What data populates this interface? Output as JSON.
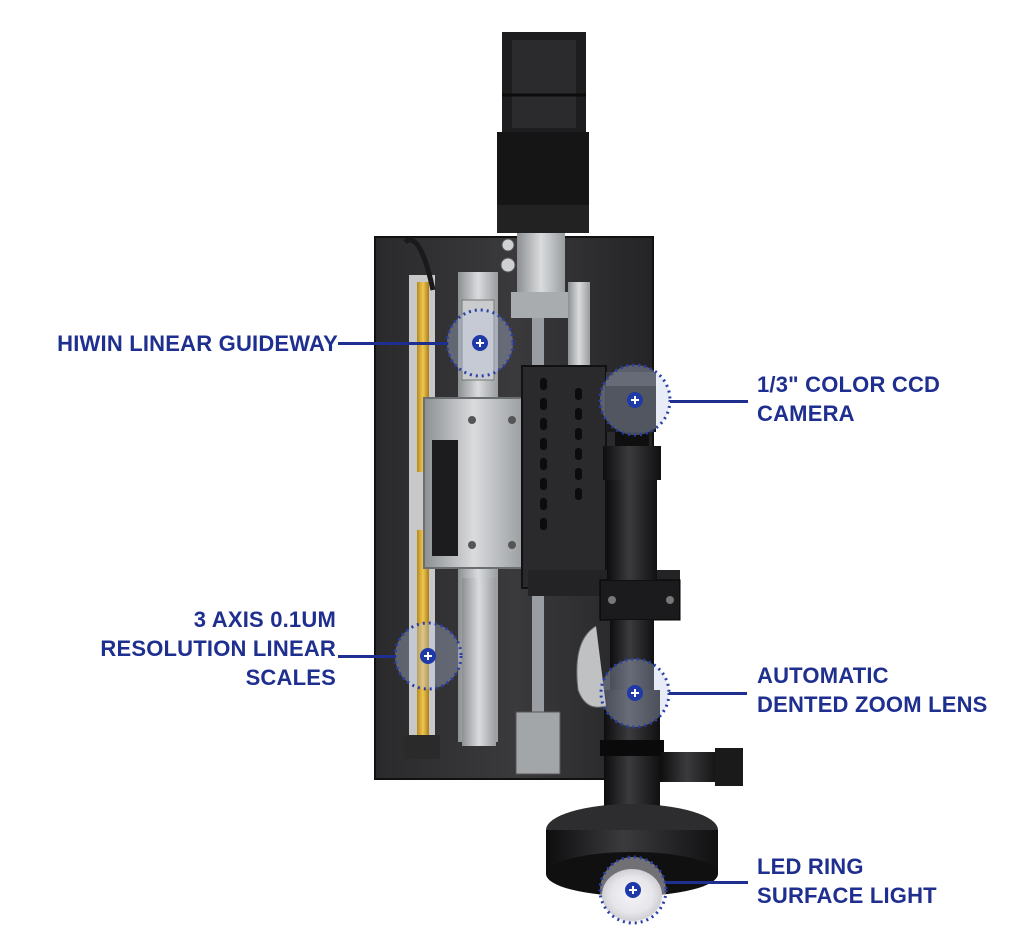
{
  "colors": {
    "callout": "#1f2f8f",
    "marker_fill": "#1f3aa8",
    "machine_dark": "#1c1c1e",
    "machine_steel": "#b9bcbf"
  },
  "callouts": [
    {
      "id": "guideway",
      "lines": [
        "HIWIN LINEAR GUIDEWAY"
      ]
    },
    {
      "id": "scales",
      "lines": [
        "3 AXIS 0.1UM",
        "RESOLUTION LINEAR",
        "SCALES"
      ]
    },
    {
      "id": "camera",
      "lines": [
        "1/3\" COLOR CCD",
        "CAMERA"
      ]
    },
    {
      "id": "zoom",
      "lines": [
        "AUTOMATIC",
        "DENTED ZOOM LENS"
      ]
    },
    {
      "id": "ring",
      "lines": [
        "LED RING",
        "SURFACE LIGHT"
      ]
    }
  ],
  "marker_icon": "plus-icon"
}
